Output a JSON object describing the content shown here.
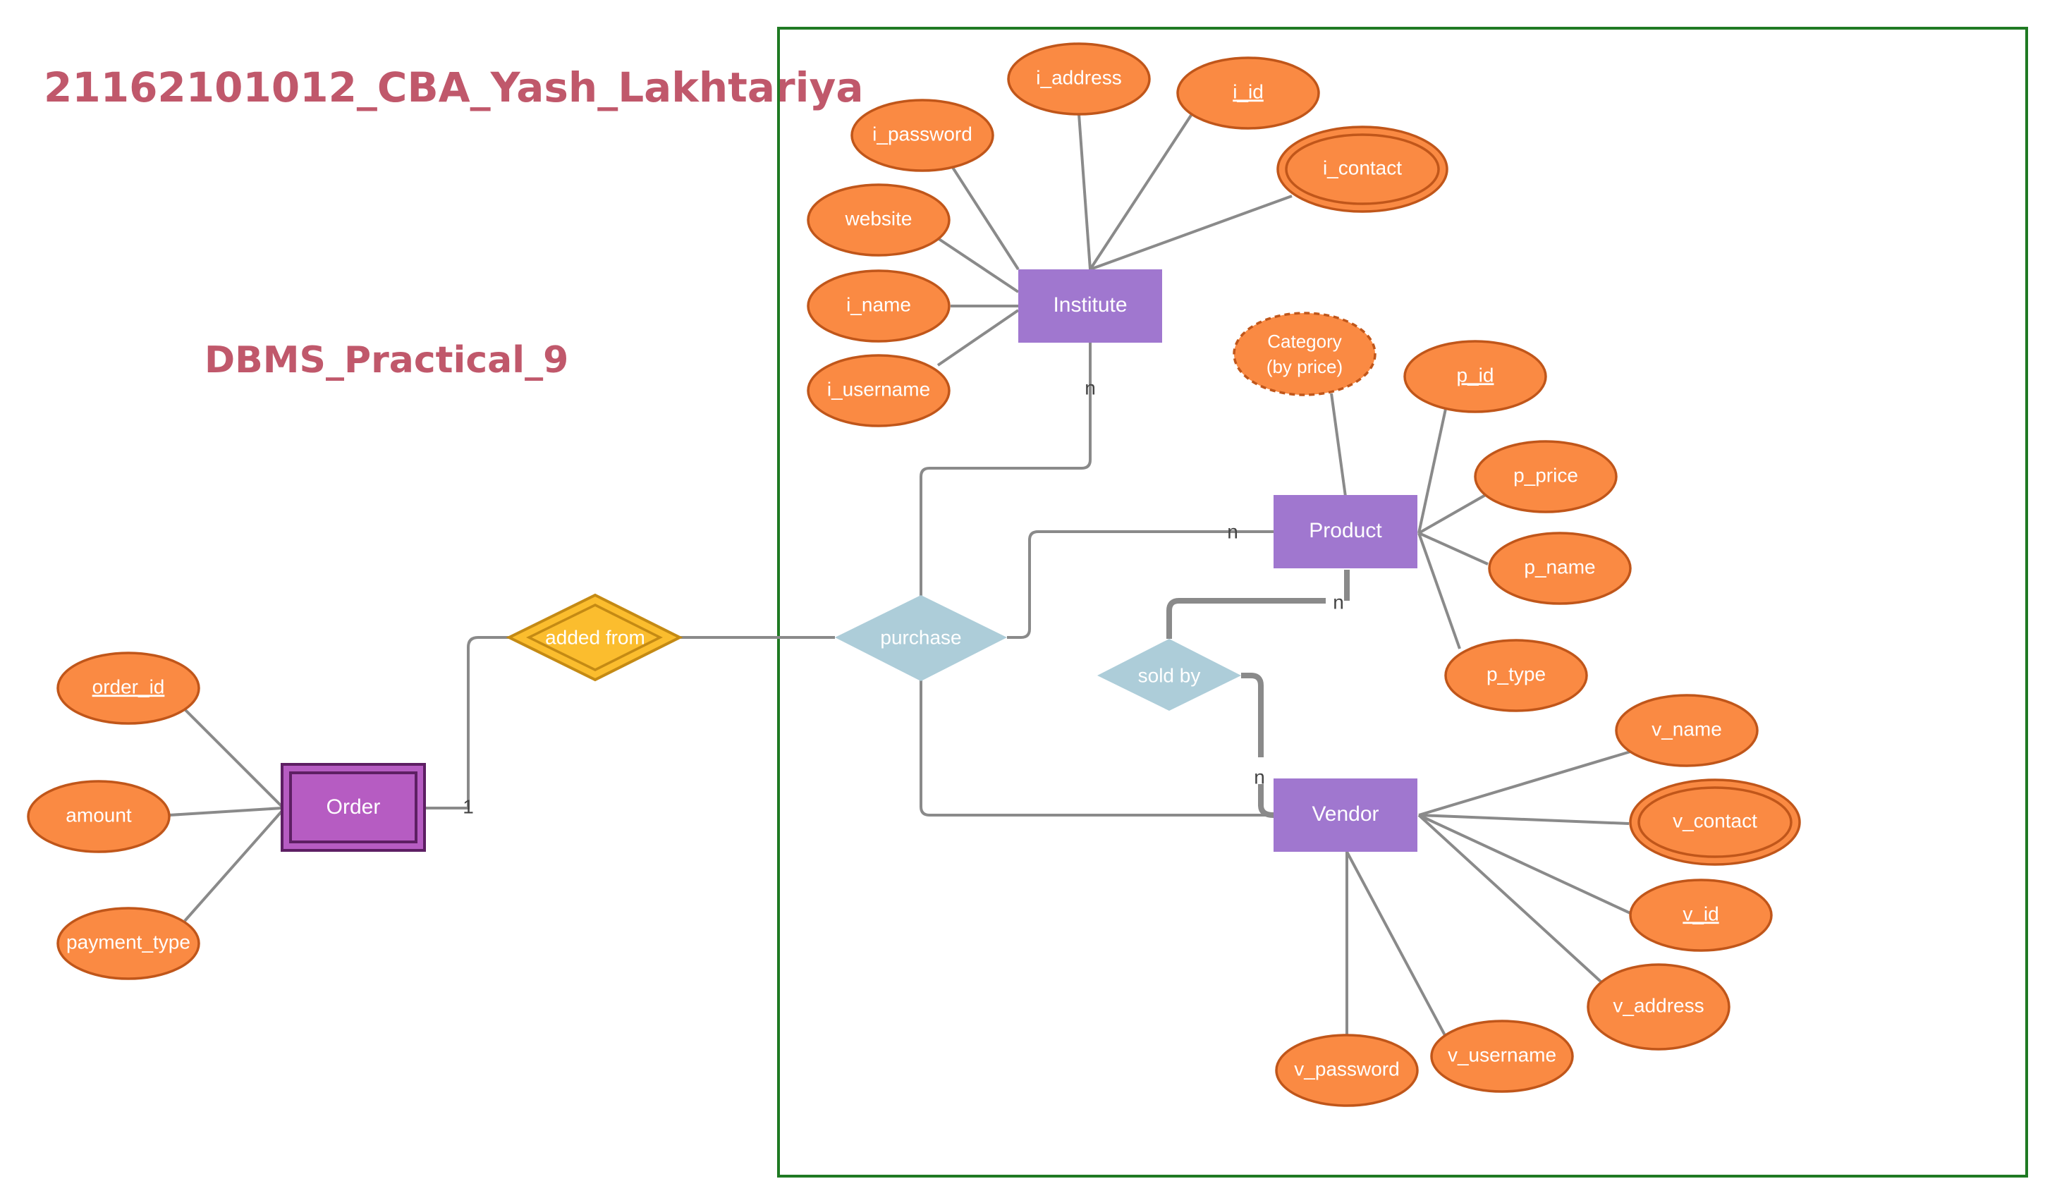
{
  "title": "21162101012_CBA_Yash_Lakhtariya",
  "subtitle": "DBMS_Practical_9",
  "entities": {
    "institute": "Institute",
    "product": "Product",
    "vendor": "Vendor",
    "order": "Order"
  },
  "relationships": {
    "purchase": "purchase",
    "sold_by": "sold by",
    "added_from": "added from"
  },
  "attributes": {
    "institute": [
      "i_address",
      "i_id",
      "i_password",
      "i_contact",
      "website",
      "i_name",
      "i_username"
    ],
    "product": [
      "Category",
      "(by price)",
      "p_id",
      "p_price",
      "p_name",
      "p_type"
    ],
    "vendor": [
      "v_name",
      "v_contact",
      "v_id",
      "v_address",
      "v_username",
      "v_password"
    ],
    "order": [
      "order_id",
      "amount",
      "payment_type"
    ]
  },
  "cardinalities": {
    "institute_purchase": "n",
    "product_purchase": "n",
    "product_sold_by": "n",
    "vendor_sold_by": "n",
    "order_added_from": "1"
  },
  "colors": {
    "title": "#c0586b",
    "attribute": "#fa8a43",
    "entity": "#a077cf",
    "weak_entity": "#b65cc2",
    "relationship": "#adcdd9",
    "identifying_relationship": "#fbbd2e",
    "boundary": "#1f7a23"
  }
}
